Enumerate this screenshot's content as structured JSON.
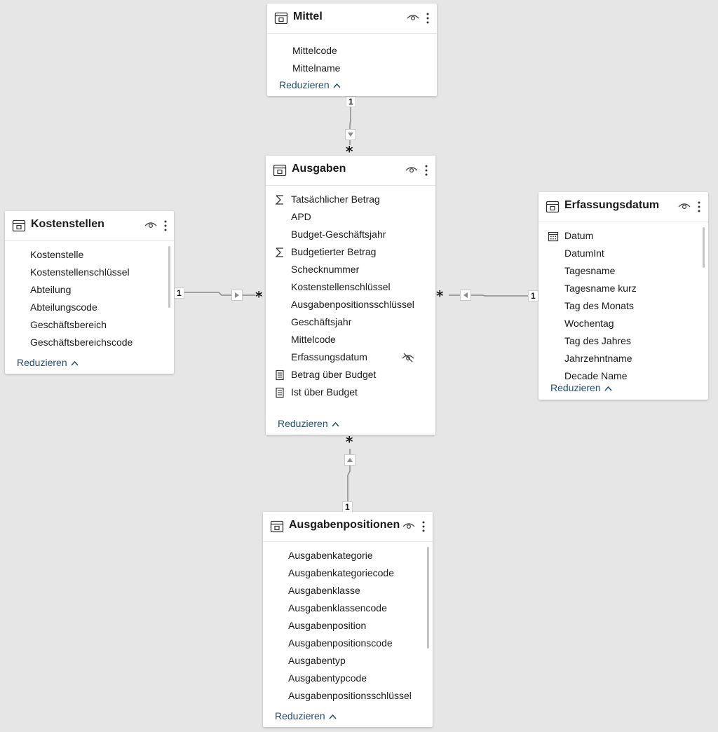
{
  "common": {
    "reduce_label": "Reduzieren"
  },
  "colors": {
    "canvas": "#e6e6e6",
    "card": "#ffffff",
    "link": "#1d4e7a",
    "connector": "#8a8a8a"
  },
  "tables": {
    "mittel": {
      "title": "Mittel",
      "fields": [
        {
          "label": "Mittelcode",
          "icon": null
        },
        {
          "label": "Mittelname",
          "icon": null
        }
      ]
    },
    "ausgaben": {
      "title": "Ausgaben",
      "fields": [
        {
          "label": "Tatsächlicher Betrag",
          "icon": "sigma-icon"
        },
        {
          "label": "APD",
          "icon": null
        },
        {
          "label": "Budget-Geschäftsjahr",
          "icon": null
        },
        {
          "label": "Budgetierter Betrag",
          "icon": "sigma-icon"
        },
        {
          "label": "Schecknummer",
          "icon": null
        },
        {
          "label": "Kostenstellenschlüssel",
          "icon": null
        },
        {
          "label": "Ausgabenpositionsschlüssel",
          "icon": null
        },
        {
          "label": "Geschäftsjahr",
          "icon": null
        },
        {
          "label": "Mittelcode",
          "icon": null
        },
        {
          "label": "Erfassungsdatum",
          "icon": null,
          "hidden_icon": "hidden-eye-icon"
        },
        {
          "label": "Betrag über Budget",
          "icon": "calculated-column-icon"
        },
        {
          "label": "Ist über Budget",
          "icon": "calculated-column-icon"
        }
      ]
    },
    "kostenstellen": {
      "title": "Kostenstellen",
      "fields": [
        {
          "label": "Kostenstelle",
          "icon": null
        },
        {
          "label": "Kostenstellenschlüssel",
          "icon": null
        },
        {
          "label": "Abteilung",
          "icon": null
        },
        {
          "label": "Abteilungscode",
          "icon": null
        },
        {
          "label": "Geschäftsbereich",
          "icon": null
        },
        {
          "label": "Geschäftsbereichscode",
          "icon": null
        }
      ]
    },
    "erfassungsdatum": {
      "title": "Erfassungsdatum",
      "fields": [
        {
          "label": "Datum",
          "icon": "calendar-icon"
        },
        {
          "label": "DatumInt",
          "icon": null
        },
        {
          "label": "Tagesname",
          "icon": null
        },
        {
          "label": "Tagesname kurz",
          "icon": null
        },
        {
          "label": "Tag des Monats",
          "icon": null
        },
        {
          "label": "Wochentag",
          "icon": null
        },
        {
          "label": "Tag des Jahres",
          "icon": null
        },
        {
          "label": "Jahrzehntname",
          "icon": null
        },
        {
          "label": "Decade Name",
          "icon": null
        }
      ]
    },
    "ausgabenpositionen": {
      "title": "Ausgabenpositionen",
      "fields": [
        {
          "label": "Ausgabenkategorie",
          "icon": null
        },
        {
          "label": "Ausgabenkategoriecode",
          "icon": null
        },
        {
          "label": "Ausgabenklasse",
          "icon": null
        },
        {
          "label": "Ausgabenklassencode",
          "icon": null
        },
        {
          "label": "Ausgabenposition",
          "icon": null
        },
        {
          "label": "Ausgabenpositionscode",
          "icon": null
        },
        {
          "label": "Ausgabentyp",
          "icon": null
        },
        {
          "label": "Ausgabentypcode",
          "icon": null
        },
        {
          "label": "Ausgabenpositionsschlüssel",
          "icon": null
        }
      ]
    }
  },
  "relationships": [
    {
      "from": "Mittel",
      "to": "Ausgaben",
      "one_label": "1",
      "many_label": "*"
    },
    {
      "from": "Kostenstellen",
      "to": "Ausgaben",
      "one_label": "1",
      "many_label": "*"
    },
    {
      "from": "Erfassungsdatum",
      "to": "Ausgaben",
      "one_label": "1",
      "many_label": "*"
    },
    {
      "from": "Ausgabenpositionen",
      "to": "Ausgaben",
      "one_label": "1",
      "many_label": "*"
    }
  ]
}
